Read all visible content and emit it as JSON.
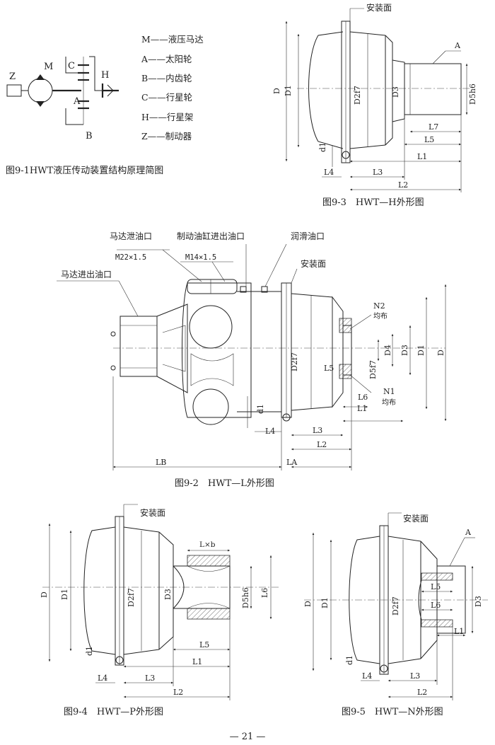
{
  "page_number": "— 21 —",
  "fig1": {
    "caption": "图9-1HWT液压传动装置结构原理简图",
    "labels": {
      "M": "M",
      "Z": "Z",
      "C": "C",
      "H": "H",
      "A": "A",
      "B": "B"
    },
    "legend": [
      "M——液压马达",
      "A——太阳轮",
      "B——内齿轮",
      "C——行星轮",
      "H——行星架",
      "Z——制动器"
    ]
  },
  "fig3": {
    "caption": "图9-3　HWT—H外形图",
    "mount_face": "安装面",
    "labels": {
      "A": "A",
      "D": "D",
      "D1": "D1",
      "D2": "D2f7",
      "D3": "D3",
      "D5": "D5h6",
      "d1": "d1",
      "L7": "L7",
      "L5": "L5",
      "L1": "L1",
      "L3": "L3",
      "L4": "L4",
      "L2": "L2"
    }
  },
  "fig2": {
    "caption": "图9-2　HWT—L外形图",
    "motor_drain": "马达泄油口",
    "brake_port": "制动油缸进出油口",
    "lube_port": "润滑油口",
    "mount_face": "安装面",
    "motor_port": "马达进出油口",
    "thread1": "M22×1.5",
    "thread2": "M14×1.5",
    "n2": "N2",
    "n1": "N1",
    "even1": "均布",
    "even2": "均布",
    "labels": {
      "D": "D",
      "D1": "D1",
      "D2": "D2f7",
      "D3": "D3",
      "D4": "D4",
      "D5": "D5f7",
      "d1": "d1",
      "L5": "L5",
      "L6": "L6",
      "L1": "L1",
      "L3": "L3",
      "L4": "L4",
      "L2": "L2",
      "LA": "LA",
      "LB": "LB"
    }
  },
  "fig4": {
    "caption": "图9-4　HWT—P外形图",
    "mount_face": "安装面",
    "labels": {
      "Lxb": "L×b",
      "D": "D",
      "D1": "D1",
      "D2": "D2f7",
      "D3": "D3",
      "D5": "D5h6",
      "L6": "L6",
      "d1": "d1",
      "L5": "L5",
      "L1": "L1",
      "L3": "L3",
      "L4": "L4",
      "L2": "L2"
    }
  },
  "fig5": {
    "caption": "图9-5　HWT—N外形图",
    "mount_face": "安装面",
    "labels": {
      "A": "A",
      "D": "D",
      "D1": "D1",
      "D2": "D2f7",
      "D3": "D3",
      "L5": "L5",
      "L6": "L6",
      "d1": "d1",
      "L1": "L1",
      "L3": "L3",
      "L4": "L4",
      "L2": "L2"
    }
  }
}
